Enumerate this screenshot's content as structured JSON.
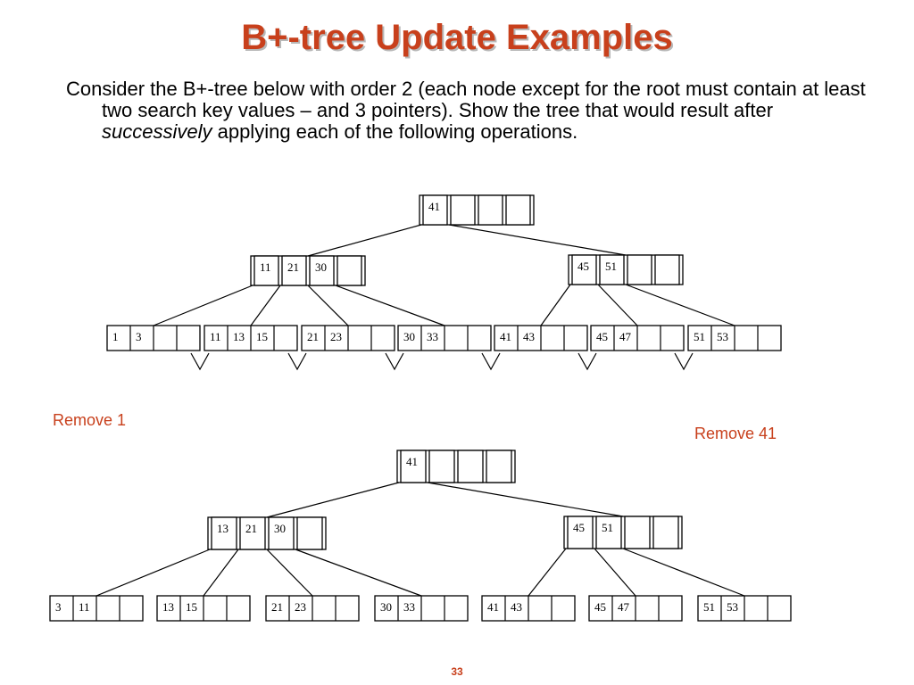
{
  "slide": {
    "title": "B+-tree Update Examples",
    "intro_before": "Consider the B+-tree below with order 2 (each node except for the root must contain at least two search key values – and 3 pointers). Show the tree that would result after ",
    "intro_emphasis": "successively",
    "intro_after": " applying each of the following operations.",
    "page_number": "33",
    "accent_color": "#c8401c"
  },
  "operations": [
    "Remove 1",
    "Remove 41"
  ],
  "trees": [
    {
      "root": [
        "41"
      ],
      "internal": [
        [
          "11",
          "21",
          "30"
        ],
        [
          "45",
          "51"
        ]
      ],
      "leaves": [
        [
          "1",
          "3"
        ],
        [
          "11",
          "13",
          "15"
        ],
        [
          "21",
          "23"
        ],
        [
          "30",
          "33"
        ],
        [
          "41",
          "43"
        ],
        [
          "45",
          "47"
        ],
        [
          "51",
          "53"
        ]
      ]
    },
    {
      "root": [
        "41"
      ],
      "internal": [
        [
          "13",
          "21",
          "30"
        ],
        [
          "45",
          "51"
        ]
      ],
      "leaves": [
        [
          "3",
          "11"
        ],
        [
          "13",
          "15"
        ],
        [
          "21",
          "23"
        ],
        [
          "30",
          "33"
        ],
        [
          "41",
          "43"
        ],
        [
          "45",
          "47"
        ],
        [
          "51",
          "53"
        ]
      ]
    }
  ]
}
